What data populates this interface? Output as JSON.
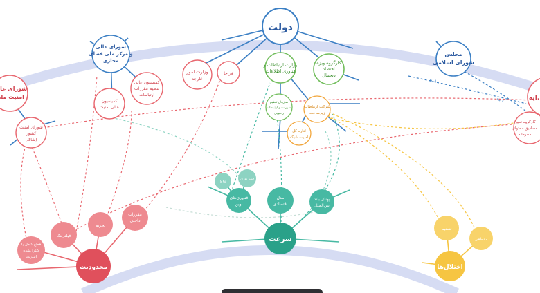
{
  "colors": {
    "arc": "#d6dcf3",
    "blue": "#3b7fc4",
    "red": "#e8676f",
    "red_dark": "#e0505c",
    "teal": "#47b9a3",
    "teal_dark": "#2aa189",
    "green": "#73be5d",
    "yellow": "#f6c542",
    "orange": "#f2a63c"
  },
  "hubs": {
    "government": "دولت",
    "speed": "سرعت",
    "restriction": "محدودیت",
    "disruptions": "اختلال‌ها"
  },
  "nodes": {
    "supreme_council": [
      "شورای عالی",
      "و مرکز ملی فضای",
      "مجازی"
    ],
    "national_security": [
      "شورای عالی",
      "امنیت ملی"
    ],
    "parliament": [
      "مجلس",
      "شورای اسلامی"
    ],
    "judiciary": "...ایه",
    "commission_regulation": [
      "کمیسیون عالی",
      "تنظیم مقررات",
      "ارتباطات"
    ],
    "commission_security": [
      "کمیسیون",
      "عالی امنیت"
    ],
    "country_security_council": [
      "شورای امنیت",
      "کشور",
      "(شاک)"
    ],
    "foreign_ministry": [
      "وزارت امور",
      "خارجه"
    ],
    "faraja": "فراجا",
    "ict_ministry": [
      "وزارت ارتباطات و",
      "فناوری اطلاعات"
    ],
    "special_taskforce": [
      "کارگروه ویژه",
      "اقتصاد",
      "دیجیتال"
    ],
    "regulatory_org": [
      "سازمان تنظیم",
      "مقررات و ارتباطات",
      "رادیویی"
    ],
    "infra_company": [
      "شرکت ارتباطات",
      "زیرساخت"
    ],
    "network_security": [
      "اداره کل",
      "امنیت شبکه"
    ],
    "criminal_content": [
      "کارگروه تعیین",
      "مصادیق محتوای",
      "مجرمانه"
    ],
    "fivegee": "5G",
    "fibre": "فیبر نوری",
    "new_tech": [
      "فناوری‌های",
      "نوین"
    ],
    "economic_model": [
      "مدل",
      "اقتصادی"
    ],
    "intl_gateway": [
      "پهنای باند",
      "بین‌الملل"
    ],
    "filtering": "فیلترینگ",
    "sanctions": "تحریم",
    "domestic_rules": [
      "مقررات",
      "داخلی"
    ],
    "full_cutoff": [
      "قطع کامل یا",
      "کنترل‌شده",
      "اینترنت"
    ],
    "disruption_a": "تسنیم",
    "disruption_b": "مقطعی"
  },
  "edge_labels": {
    "link_one": "۱ بند",
    "link_two": "۲ بند"
  }
}
